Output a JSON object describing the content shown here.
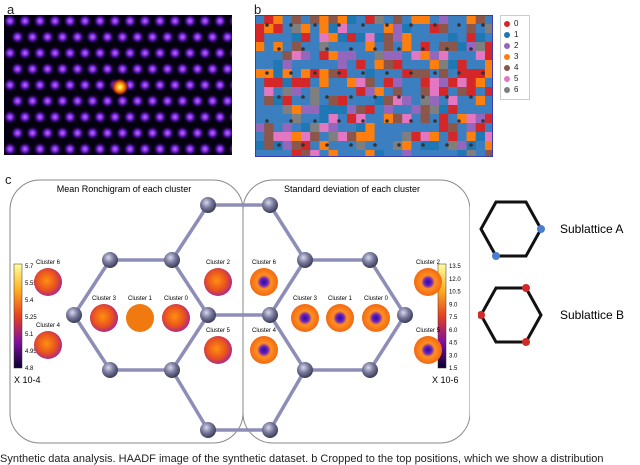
{
  "panels": {
    "a": "a",
    "b": "b",
    "c": "c"
  },
  "legend_b": {
    "items": [
      {
        "label": "0",
        "color": "#d62728"
      },
      {
        "label": "1",
        "color": "#1f77b4"
      },
      {
        "label": "2",
        "color": "#9467bd"
      },
      {
        "label": "3",
        "color": "#ff7f0e"
      },
      {
        "label": "4",
        "color": "#8c564b"
      },
      {
        "label": "5",
        "color": "#e377c2"
      },
      {
        "label": "6",
        "color": "#7f7f7f"
      }
    ]
  },
  "panel_c": {
    "left_title": "Mean Ronchigram of each cluster",
    "right_title": "Standard deviation of each cluster",
    "left_colorbar": {
      "ticks": [
        "5.7",
        "5.55",
        "5.4",
        "5.25",
        "5.1",
        "4.95",
        "4.8"
      ],
      "scale": "X 10-4"
    },
    "right_colorbar": {
      "ticks": [
        "13.5",
        "12.0",
        "10.5",
        "9.0",
        "7.5",
        "6.0",
        "4.5",
        "3.0",
        "1.5"
      ],
      "scale": "X 10-6"
    },
    "left_clusters": [
      "Cluster 6",
      "Cluster 4",
      "Cluster 3",
      "Cluster 1",
      "Cluster 0",
      "Cluster 2",
      "Cluster 5"
    ],
    "right_clusters": [
      "Cluster 6",
      "Cluster 4",
      "Cluster 3",
      "Cluster 1",
      "Cluster 0",
      "Cluster 2",
      "Cluster 5"
    ]
  },
  "sublattices": [
    {
      "label": "Sublattice A",
      "dot_color": "#4a7fd0"
    },
    {
      "label": "Sublattice B",
      "dot_color": "#d12a2a"
    }
  ],
  "caption": "Synthetic data analysis. HAADF image of the synthetic dataset. b Cropped to the top positions, which we show a distribution"
}
